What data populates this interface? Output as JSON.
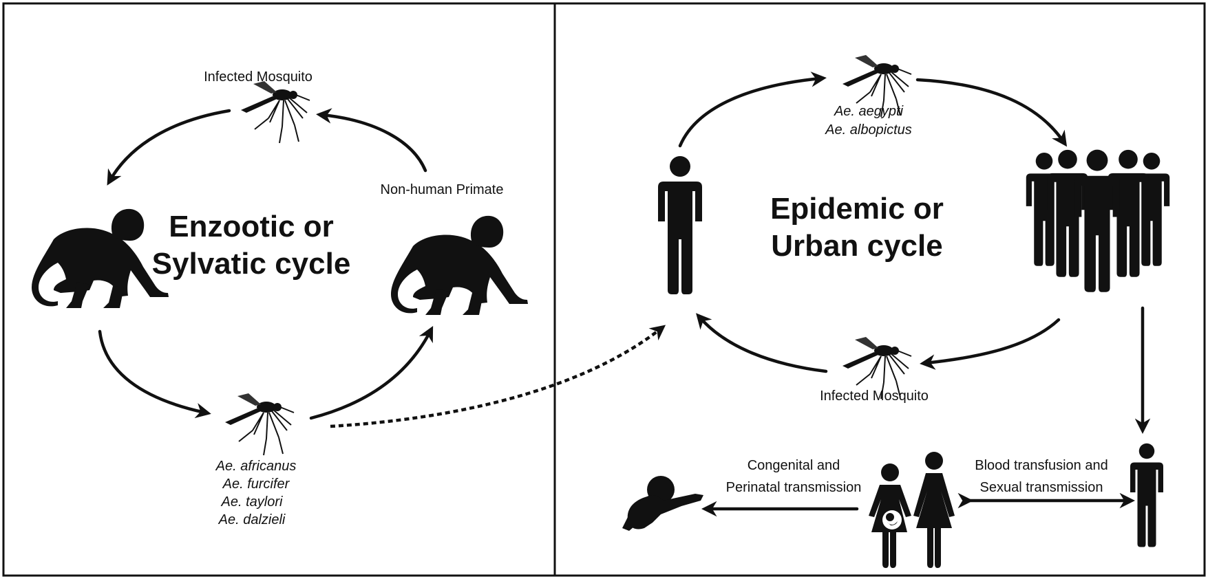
{
  "left_panel": {
    "title_line1": "Enzootic or",
    "title_line2": "Sylvatic cycle",
    "top_mosquito_label": "Infected Mosquito",
    "primate_label": "Non-human Primate",
    "species": [
      "Ae. africanus",
      "Ae. furcifer",
      "Ae. taylori",
      "Ae. dalzieli"
    ]
  },
  "right_panel": {
    "title_line1": "Epidemic or",
    "title_line2": "Urban cycle",
    "species": [
      "Ae. aegypti",
      "Ae. albopictus"
    ],
    "bottom_mosquito_label": "Infected Mosquito",
    "congenital_line1": "Congenital and",
    "congenital_line2": "Perinatal transmission",
    "blood_line1": "Blood transfusion and",
    "blood_line2": "Sexual transmission"
  },
  "colors": {
    "ink": "#111111",
    "background": "#ffffff"
  },
  "icons": [
    "mosquito-icon",
    "monkey-icon",
    "person-icon",
    "crowd-icon",
    "pregnant-woman-icon",
    "woman-icon",
    "baby-icon"
  ]
}
